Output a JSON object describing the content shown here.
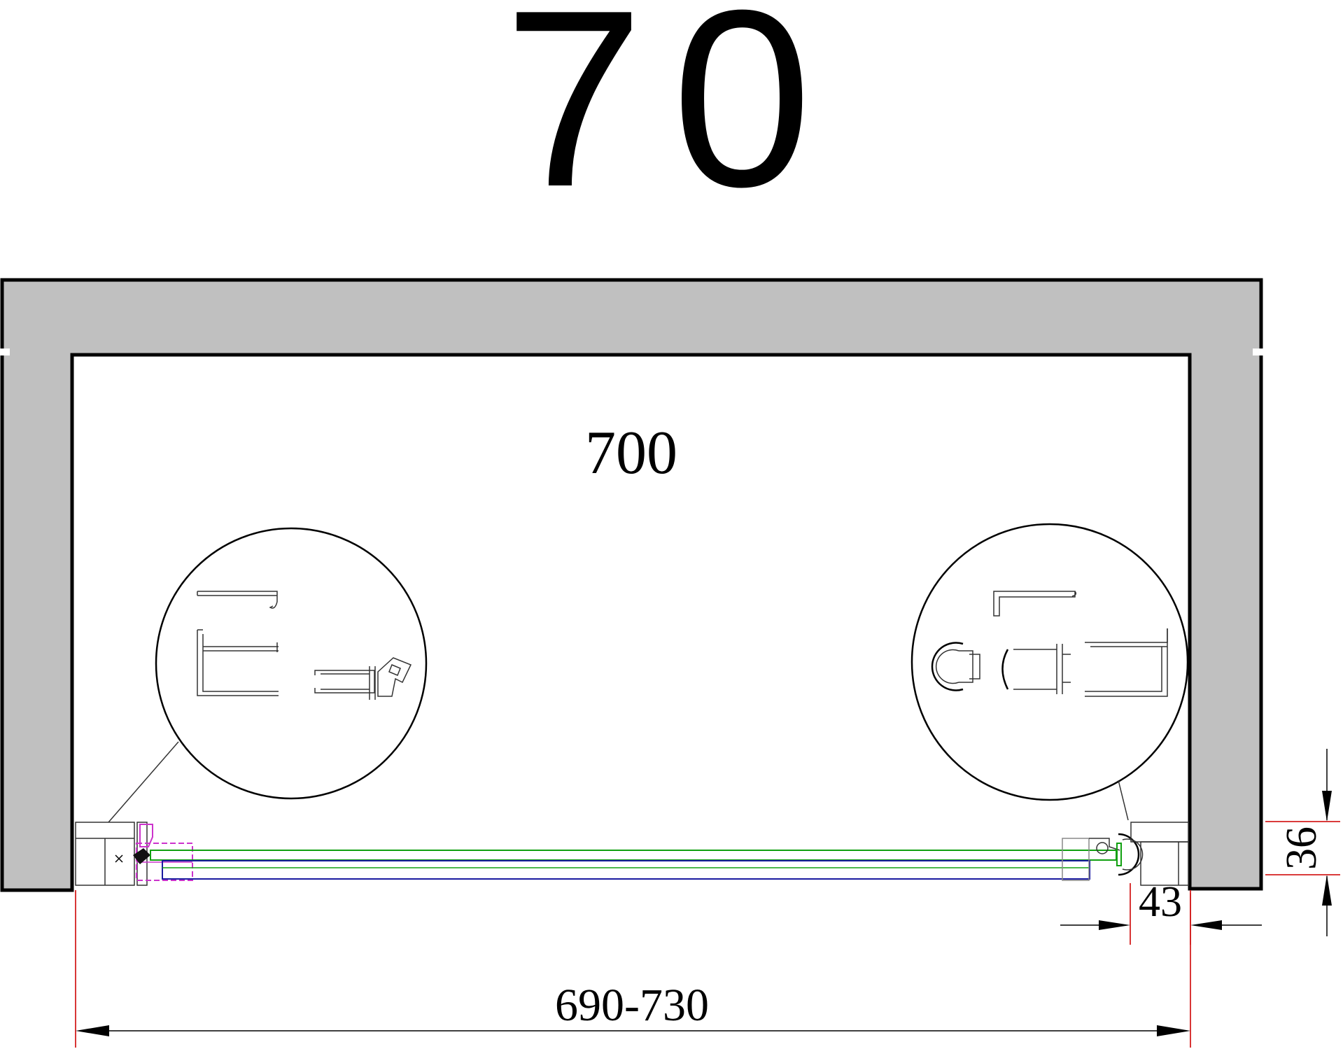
{
  "diagram": {
    "title": "70",
    "inner_width_label": "700",
    "range_label": "690-730",
    "depth_label": "36",
    "gap_label": "43"
  },
  "colors": {
    "wall": "#c0c0c0",
    "outline": "#000000",
    "dimension_line": "#d42020",
    "glass_front": "#10a010",
    "glass_back": "#1a1aa0",
    "fitting": "#cc33cc"
  }
}
